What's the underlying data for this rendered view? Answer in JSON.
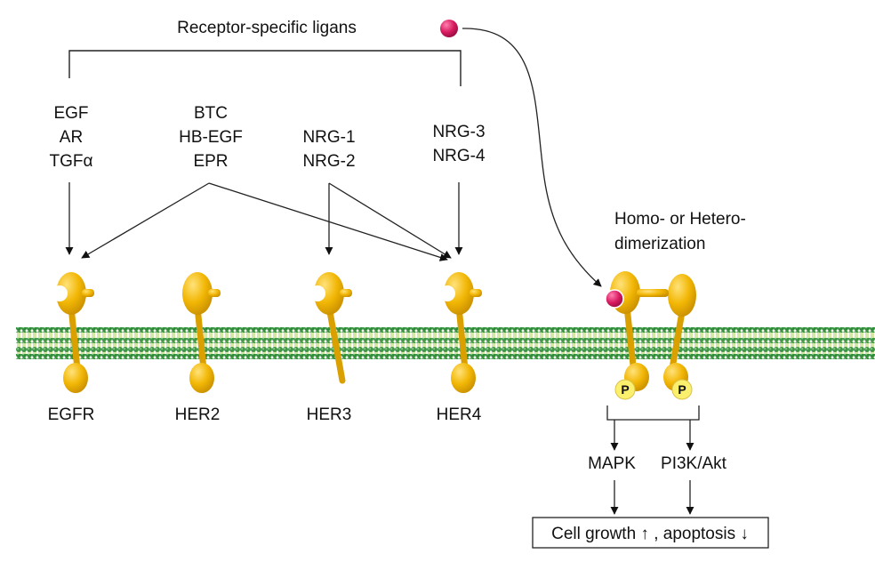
{
  "title": "Receptor-specific ligans",
  "ligand_groups": [
    {
      "lines": [
        "EGF",
        "AR",
        "TGFα"
      ]
    },
    {
      "lines": [
        "BTC",
        "HB-EGF",
        "EPR"
      ]
    },
    {
      "lines": [
        "NRG-1",
        "NRG-2"
      ]
    },
    {
      "lines": [
        "NRG-3",
        "NRG-4"
      ]
    }
  ],
  "receptors": [
    {
      "label": "EGFR",
      "binding_site": true
    },
    {
      "label": "HER2",
      "binding_site": false
    },
    {
      "label": "HER3",
      "binding_site": true
    },
    {
      "label": "HER4",
      "binding_site": true
    }
  ],
  "dimerization": {
    "line1": "Homo- or Hetero-",
    "line2": "dimerization"
  },
  "phospho_label": "P",
  "pathways": [
    "MAPK",
    "PI3K/Akt"
  ],
  "outcome": "Cell growth ↑ , apoptosis ↓",
  "colors": {
    "receptor": "#F2B705",
    "receptor_shade": "#C98F00",
    "ligand": "#D81B60",
    "membrane_outer": "#2E8B3A",
    "membrane_inner": "#B7D96A",
    "phospho": "#FBEF6E"
  }
}
